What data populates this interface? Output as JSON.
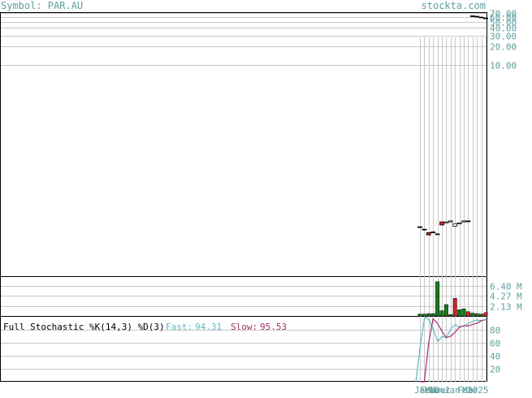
{
  "header": {
    "symbol_label": "Symbol: PAR.AU",
    "site_label": "stockta.com"
  },
  "colors": {
    "text_teal": "#5f9ea0",
    "grid": "#c8c8c8",
    "frame": "#000000",
    "up_bar": "#1a7a1a",
    "down_bar": "#d42020",
    "fast_line": "#5fb8c0",
    "slow_line": "#a0306a"
  },
  "stochastic": {
    "title": "Full Stochastic %K(14,3) %D(3)",
    "fast_label": "Fast:",
    "fast_value": "94.31",
    "slow_label": "Slow:",
    "slow_value": "95.53"
  },
  "chart_data": [
    {
      "type": "candlestick",
      "name": "price",
      "scale": "log",
      "ylim": [
        0.0035,
        70
      ],
      "y_ticks": [
        "70.00",
        "60.00",
        "50.00",
        "40.00",
        "30.00",
        "20.00",
        "10.00"
      ],
      "y_tick_values": [
        70,
        60,
        50,
        40,
        30,
        20,
        10
      ],
      "grid": true,
      "bars": [
        {
          "o": 0.0225,
          "c": 0.0225,
          "dir": "flat"
        },
        {
          "o": 0.0205,
          "c": 0.0205,
          "dir": "flat"
        },
        {
          "o": 0.018,
          "c": 0.0165,
          "dir": "down"
        },
        {
          "o": 0.0185,
          "c": 0.0185,
          "dir": "flat"
        },
        {
          "o": 0.0172,
          "c": 0.0168,
          "dir": "down"
        },
        {
          "o": 0.027,
          "c": 0.024,
          "dir": "down"
        },
        {
          "o": 0.026,
          "c": 0.027,
          "dir": "up"
        },
        {
          "o": 0.027,
          "c": 0.028,
          "dir": "up"
        },
        {
          "o": 0.023,
          "c": 0.025,
          "dir": "up"
        },
        {
          "o": 0.025,
          "c": 0.026,
          "dir": "up"
        },
        {
          "o": 0.027,
          "c": 0.028,
          "dir": "up"
        },
        {
          "o": 0.028,
          "c": 0.028,
          "dir": "flat"
        },
        {
          "o": 63,
          "c": 63,
          "dir": "flat"
        },
        {
          "o": 62,
          "c": 61,
          "dir": "flat"
        },
        {
          "o": 60,
          "c": 59,
          "dir": "flat"
        },
        {
          "o": 58,
          "c": 58,
          "dir": "flat"
        }
      ]
    },
    {
      "type": "bar",
      "name": "volume",
      "ylim": [
        0,
        8.2
      ],
      "y_ticks": [
        "6.40 M",
        "4.27 M",
        "2.13 M"
      ],
      "y_tick_values": [
        6.4,
        4.27,
        2.13
      ],
      "grid": true,
      "values": [
        0.4,
        0.4,
        0.5,
        0.5,
        7.2,
        1.1,
        2.4,
        0.3,
        3.7,
        1.3,
        1.5,
        0.9,
        0.6,
        0.5,
        0.4,
        0.7
      ],
      "colors": [
        "up",
        "up",
        "up",
        "up",
        "up",
        "up",
        "up",
        "up",
        "down",
        "up",
        "up",
        "down",
        "up",
        "up",
        "up",
        "down"
      ]
    },
    {
      "type": "line",
      "name": "stochastic",
      "ylim": [
        0,
        100
      ],
      "y_ticks": [
        "80",
        "60",
        "40",
        "20"
      ],
      "y_tick_values": [
        80,
        60,
        40,
        20
      ],
      "grid": true,
      "series": [
        {
          "key": "fast",
          "values": [
            0,
            55,
            100,
            95,
            80,
            62,
            70,
            68,
            82,
            88,
            84,
            86,
            90,
            93,
            95,
            94.31
          ]
        },
        {
          "key": "slow",
          "values": [
            0,
            0,
            60,
            97,
            90,
            78,
            68,
            70,
            76,
            84,
            86,
            86,
            88,
            90,
            94,
            95.53
          ]
        }
      ]
    }
  ],
  "x_axis": {
    "labels": [
      "Jan",
      "Feb",
      "Mar",
      "Nov",
      "Dec",
      "Jan",
      "Feb",
      "Mar",
      "2025"
    ]
  }
}
